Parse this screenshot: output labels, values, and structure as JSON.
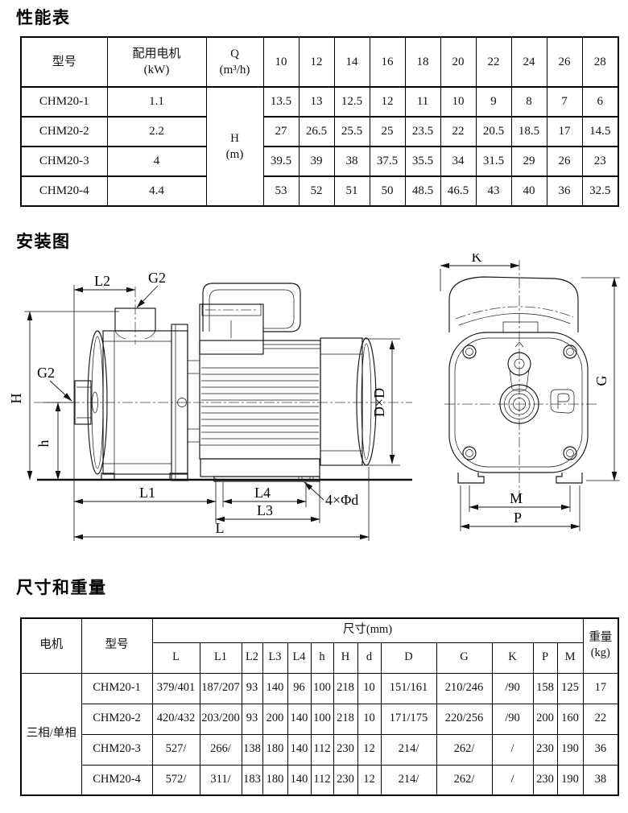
{
  "titles": {
    "performance": "性能表",
    "installation": "安装图",
    "dimensions": "尺寸和重量"
  },
  "perf_table": {
    "headers": {
      "model": "型号",
      "motor": "配用电机\n(kW)",
      "q": "Q\n(m³/h)",
      "head": "H\n(m)"
    },
    "flow": [
      "10",
      "12",
      "14",
      "16",
      "18",
      "20",
      "22",
      "24",
      "26",
      "28"
    ],
    "rows": [
      {
        "model": "CHM20-1",
        "power": "1.1",
        "heads": [
          "13.5",
          "13",
          "12.5",
          "12",
          "11",
          "10",
          "9",
          "8",
          "7",
          "6"
        ]
      },
      {
        "model": "CHM20-2",
        "power": "2.2",
        "heads": [
          "27",
          "26.5",
          "25.5",
          "25",
          "23.5",
          "22",
          "20.5",
          "18.5",
          "17",
          "14.5"
        ]
      },
      {
        "model": "CHM20-3",
        "power": "4",
        "heads": [
          "39.5",
          "39",
          "38",
          "37.5",
          "35.5",
          "34",
          "31.5",
          "29",
          "26",
          "23"
        ]
      },
      {
        "model": "CHM20-4",
        "power": "4.4",
        "heads": [
          "53",
          "52",
          "51",
          "50",
          "48.5",
          "46.5",
          "43",
          "40",
          "36",
          "32.5"
        ]
      }
    ]
  },
  "diagram": {
    "side_view": {
      "g2_top": "G2",
      "g2_left": "G2",
      "l2": "L2",
      "h_total": "H",
      "h_inlet": "h",
      "l1": "L1",
      "l4": "L4",
      "l3": "L3",
      "l": "L",
      "bolt_callout": "4×Φd",
      "dxd": "D×D"
    },
    "front_view": {
      "k": "K",
      "g": "G",
      "m": "M",
      "p": "P"
    }
  },
  "dims_table": {
    "headers": {
      "motor": "电机",
      "model": "型号",
      "size": "尺寸(mm)",
      "weight": "重量\n(kg)"
    },
    "dim_cols": [
      "L",
      "L1",
      "L2",
      "L3",
      "L4",
      "h",
      "H",
      "d",
      "D",
      "G",
      "K",
      "P",
      "M"
    ],
    "motor_type": "三相/单相",
    "rows": [
      {
        "model": "CHM20-1",
        "values": [
          "379/401",
          "187/207",
          "93",
          "140",
          "96",
          "100",
          "218",
          "10",
          "151/161",
          "210/246",
          "/90",
          "158",
          "125"
        ],
        "weight": "17"
      },
      {
        "model": "CHM20-2",
        "values": [
          "420/432",
          "203/200",
          "93",
          "200",
          "140",
          "100",
          "218",
          "10",
          "171/175",
          "220/256",
          "/90",
          "200",
          "160"
        ],
        "weight": "22"
      },
      {
        "model": "CHM20-3",
        "values": [
          "527/",
          "266/",
          "138",
          "180",
          "140",
          "112",
          "230",
          "12",
          "214/",
          "262/",
          "/",
          "230",
          "190"
        ],
        "weight": "36"
      },
      {
        "model": "CHM20-4",
        "values": [
          "572/",
          "311/",
          "183",
          "180",
          "140",
          "112",
          "230",
          "12",
          "214/",
          "262/",
          "/",
          "230",
          "190"
        ],
        "weight": "38"
      }
    ]
  }
}
